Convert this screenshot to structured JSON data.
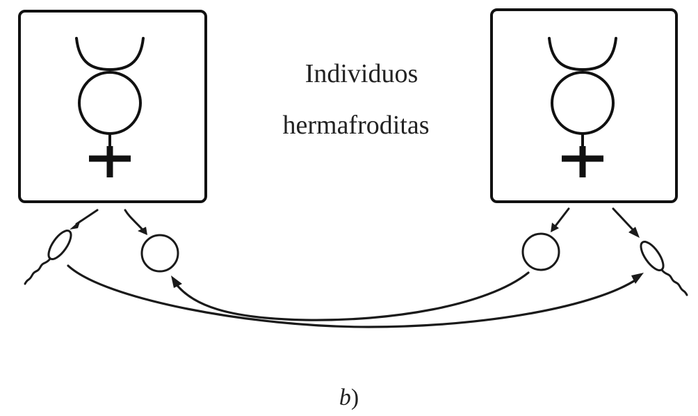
{
  "diagram": {
    "label_lines": [
      "Individuos",
      "hermafroditas"
    ],
    "caption_letter": "b",
    "caption_paren": ")"
  }
}
